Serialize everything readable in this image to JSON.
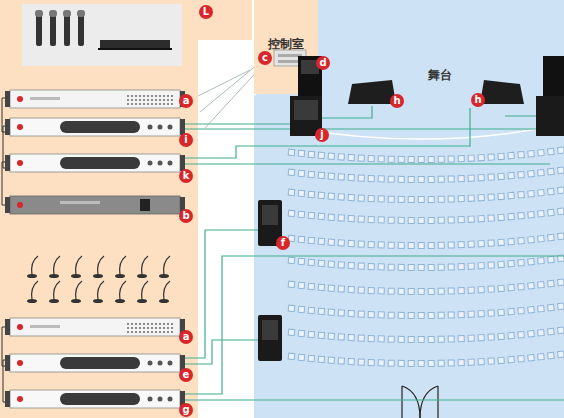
{
  "diagram": {
    "nodes": [
      {
        "text": [
          "控制室"
        ]
      }
    ],
    "labels": [
      "L",
      "a",
      "i",
      "k",
      "b",
      "a",
      "e",
      "g",
      "c",
      "d",
      "h",
      "h",
      "j",
      "f",
      "舞台"
    ]
  }
}
